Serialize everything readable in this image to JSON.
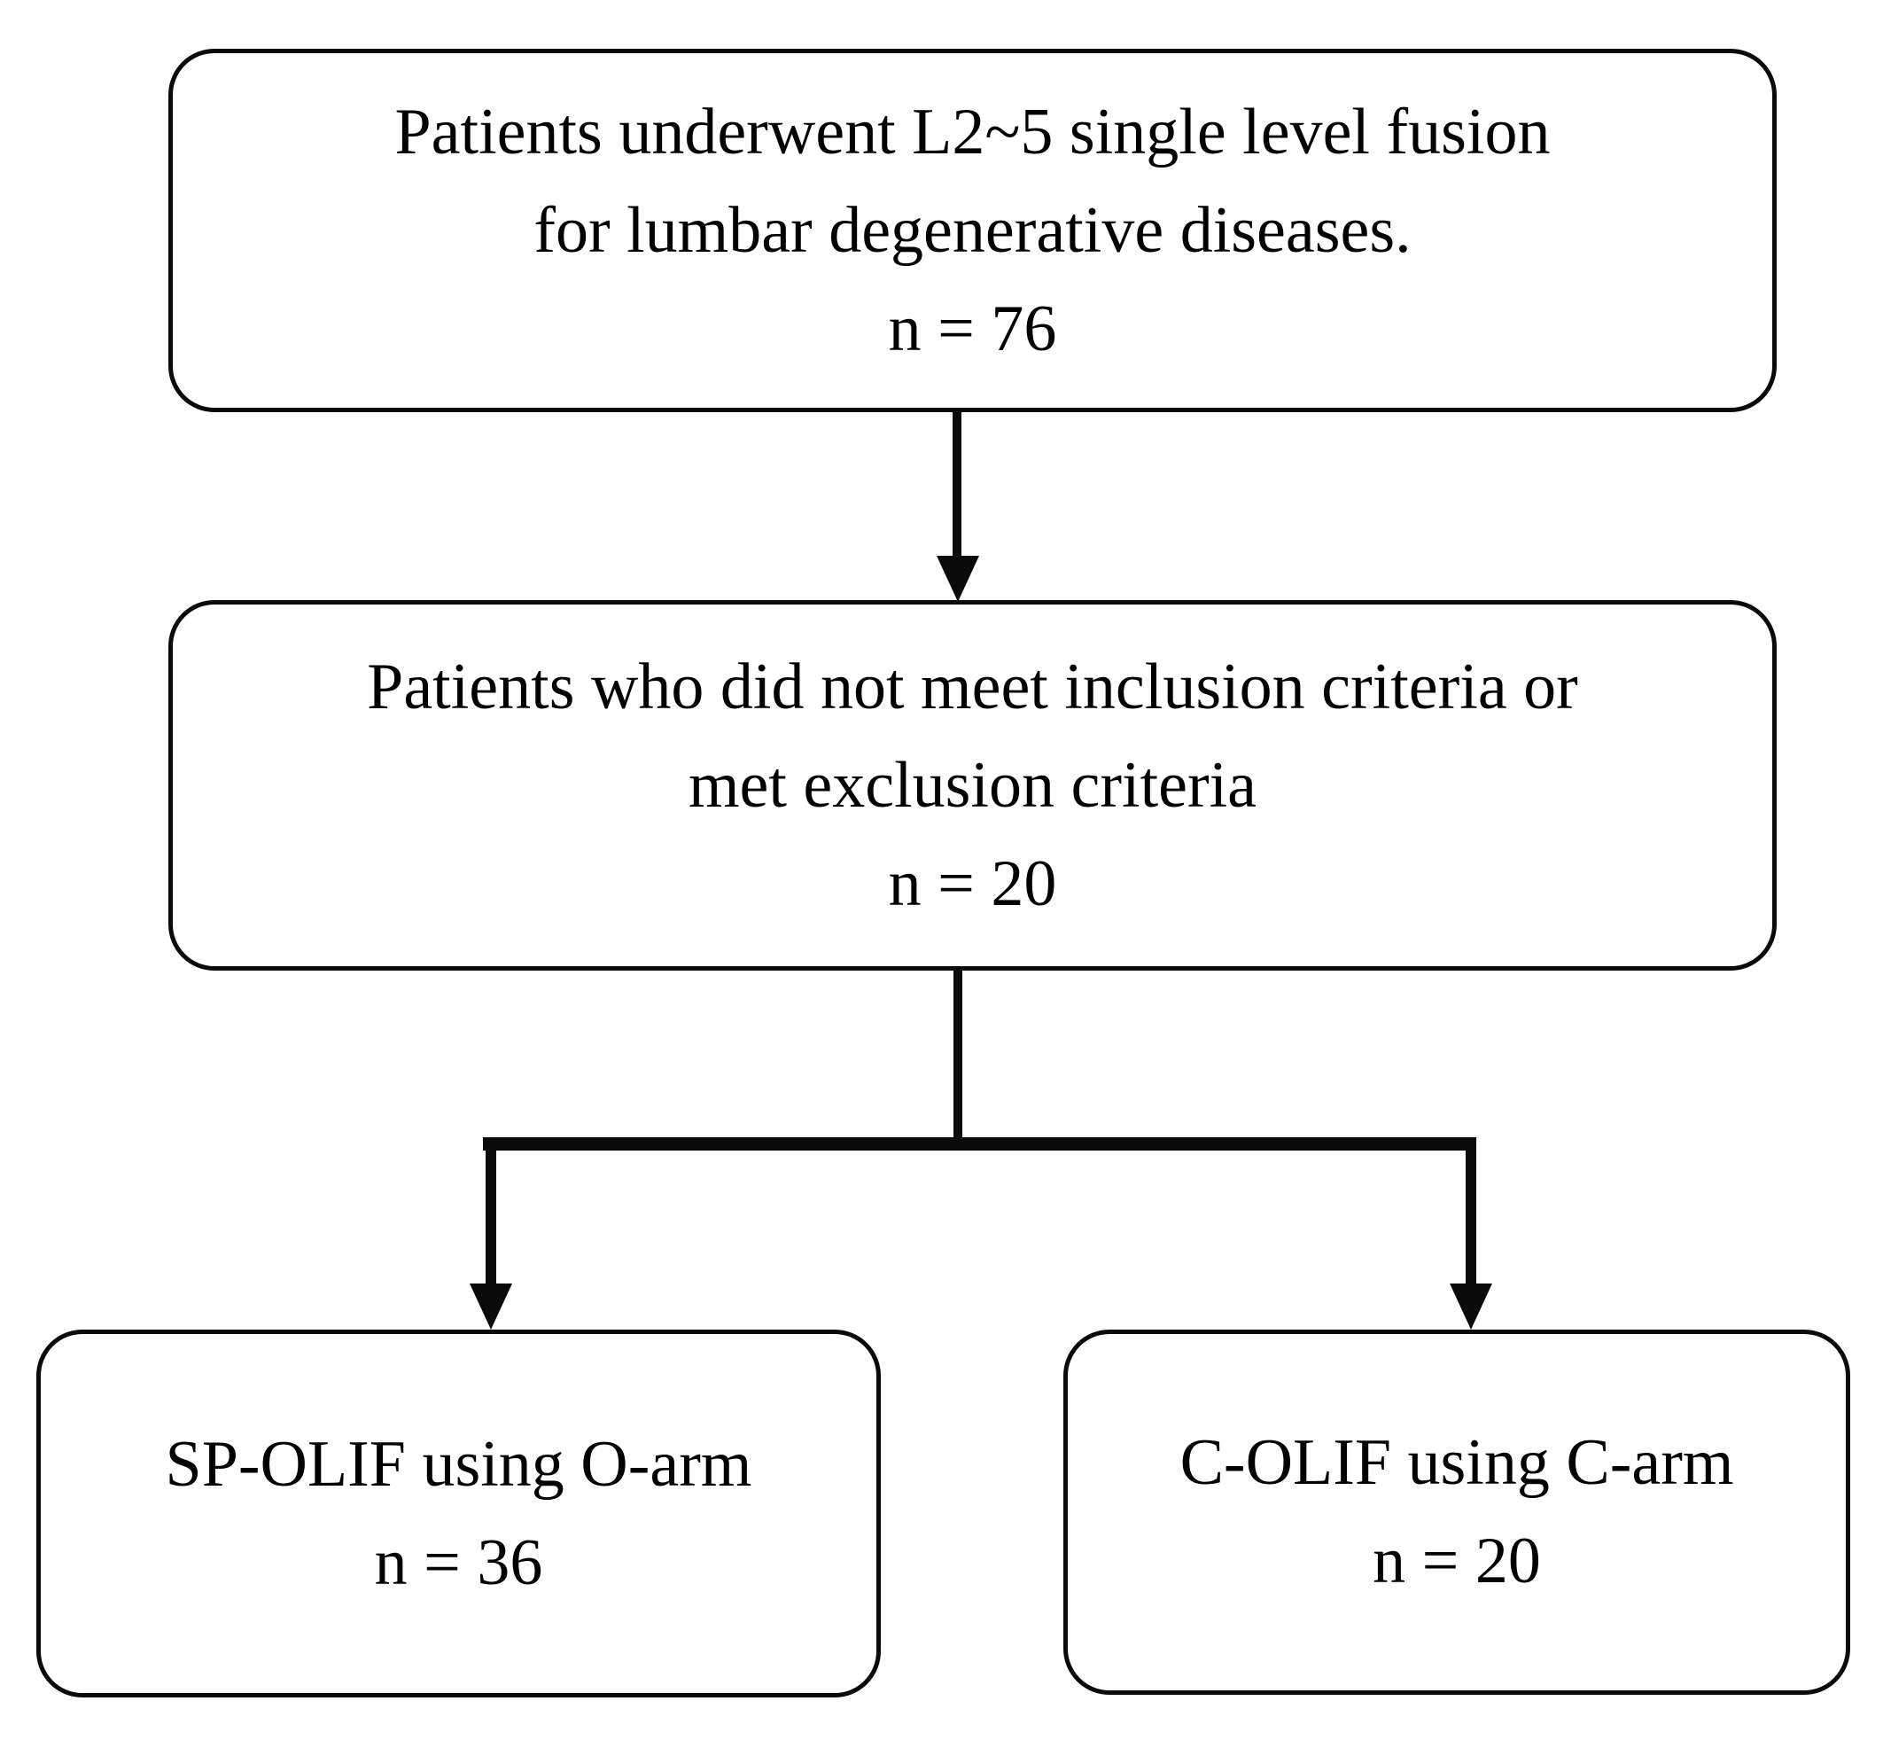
{
  "nodes": {
    "enrollment": {
      "line1": "Patients underwent L2~5 single level fusion",
      "line2": "for lumbar degenerative diseases.",
      "count": "n = 76"
    },
    "exclusion": {
      "line1": "Patients who did not meet inclusion criteria or",
      "line2": "met exclusion criteria",
      "count": "n = 20"
    },
    "sp_olif": {
      "label": "SP-OLIF using O-arm",
      "count": "n = 36"
    },
    "c_olif": {
      "label": "C-OLIF using C-arm",
      "count": "n = 20"
    }
  },
  "colors": {
    "box_border": "#0a0a0a",
    "connector_line": "#0a0a0a",
    "background": "#ffffff",
    "text": "#000000"
  }
}
